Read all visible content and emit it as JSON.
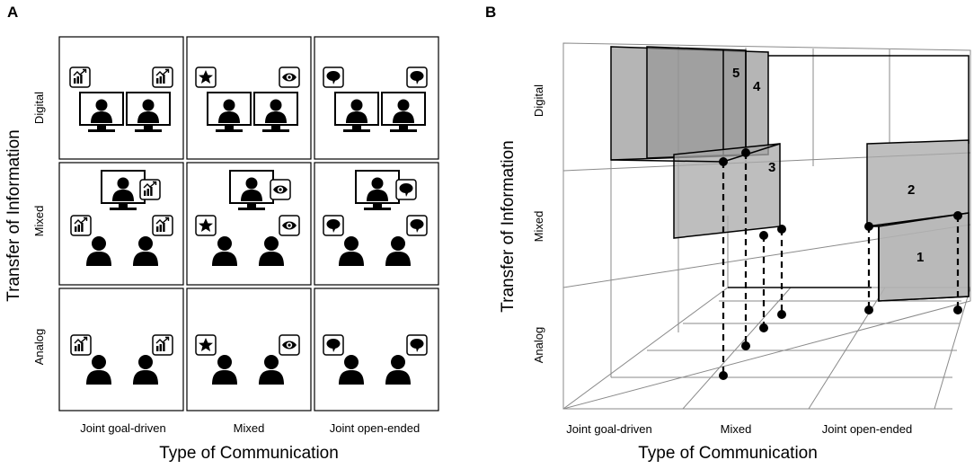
{
  "panel_a": {
    "letter": "A",
    "ylabel": "Transfer of Information",
    "xlabel": "Type of Communication",
    "rows": [
      "Digital",
      "Mixed",
      "Analog"
    ],
    "cols": [
      "Joint goal-driven",
      "Mixed",
      "Joint open-ended"
    ],
    "col_icons": [
      "chart-icon",
      "star-icon",
      "eye-icon",
      "speech-bubble-icon"
    ]
  },
  "panel_b": {
    "letter": "B",
    "ylabel": "Transfer of Information",
    "xlabel": "Type of Communication",
    "rows": [
      "Digital",
      "Mixed",
      "Analog"
    ],
    "cols": [
      "Joint goal-driven",
      "Mixed",
      "Joint open-ended"
    ],
    "box_labels": [
      "5",
      "4",
      "3",
      "2",
      "1"
    ]
  }
}
